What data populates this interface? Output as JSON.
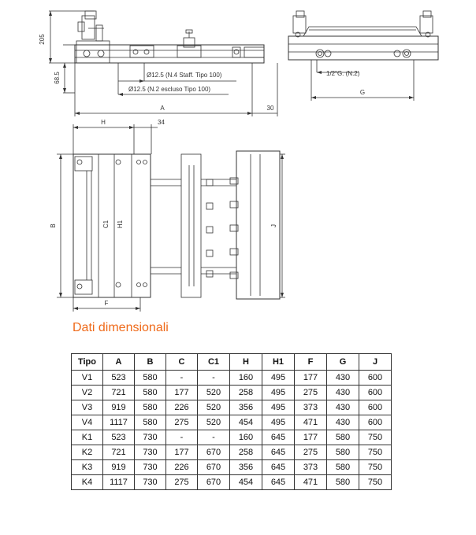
{
  "drawing": {
    "dim_205": "205",
    "dim_68_5": "68.5",
    "note_n4": "Ø12.5 (N.4 Staff. Tipo 100)",
    "note_n2": "Ø12.5 (N.2 escluso Tipo 100)",
    "label_A": "A",
    "dim_30": "30",
    "thread_note": "1/2\"G. (N.2)",
    "label_G": "G",
    "label_H": "H",
    "dim_34": "34",
    "label_B": "B",
    "label_C1": "C1",
    "label_H1": "H1",
    "label_J": "J",
    "label_F": "F"
  },
  "section_title": "Dati dimensionali",
  "table": {
    "headers": [
      "Tipo",
      "A",
      "B",
      "C",
      "C1",
      "H",
      "H1",
      "F",
      "G",
      "J"
    ],
    "rows": [
      [
        "V1",
        "523",
        "580",
        "-",
        "-",
        "160",
        "495",
        "177",
        "430",
        "600"
      ],
      [
        "V2",
        "721",
        "580",
        "177",
        "520",
        "258",
        "495",
        "275",
        "430",
        "600"
      ],
      [
        "V3",
        "919",
        "580",
        "226",
        "520",
        "356",
        "495",
        "373",
        "430",
        "600"
      ],
      [
        "V4",
        "1117",
        "580",
        "275",
        "520",
        "454",
        "495",
        "471",
        "430",
        "600"
      ],
      [
        "K1",
        "523",
        "730",
        "-",
        "-",
        "160",
        "645",
        "177",
        "580",
        "750"
      ],
      [
        "K2",
        "721",
        "730",
        "177",
        "670",
        "258",
        "645",
        "275",
        "580",
        "750"
      ],
      [
        "K3",
        "919",
        "730",
        "226",
        "670",
        "356",
        "645",
        "373",
        "580",
        "750"
      ],
      [
        "K4",
        "1117",
        "730",
        "275",
        "670",
        "454",
        "645",
        "471",
        "580",
        "750"
      ]
    ]
  },
  "colors": {
    "title": "#ef6a1a",
    "line": "#333333"
  }
}
